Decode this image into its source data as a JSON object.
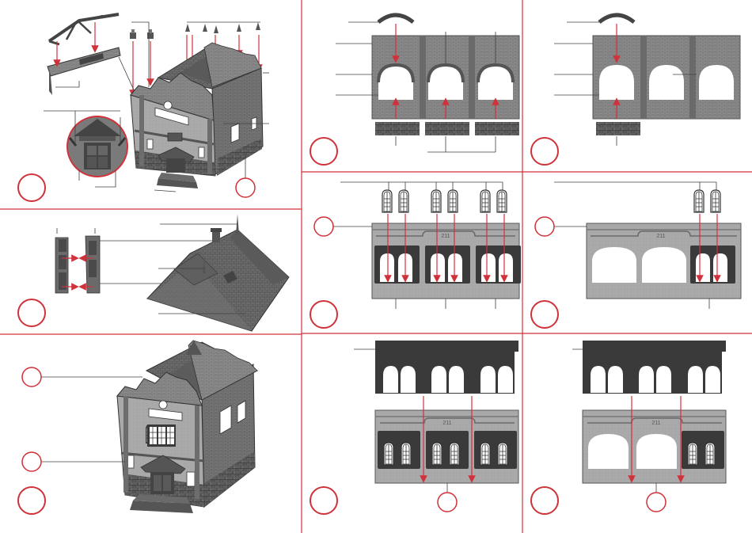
{
  "sheet": {
    "type": "assembly-instructions",
    "colors": {
      "accent": "#d0323a",
      "ink": "#404040",
      "wall": "#8a8a8a",
      "wall_dark": "#5e5e5e",
      "frame": "#3a3a3a",
      "stone": "#6d6d6d",
      "paper": "#ffffff"
    },
    "steps": [
      {
        "id": "main-building"
      },
      {
        "id": "front-gable-wall"
      },
      {
        "id": "rear-gable-wall"
      },
      {
        "id": "side-piers-and-roof"
      },
      {
        "id": "front-side-windows"
      },
      {
        "id": "rear-side-windows"
      },
      {
        "id": "finished-model"
      },
      {
        "id": "front-window-frames"
      },
      {
        "id": "rear-window-frames"
      }
    ],
    "sign_text": "",
    "plate_number": "211"
  }
}
